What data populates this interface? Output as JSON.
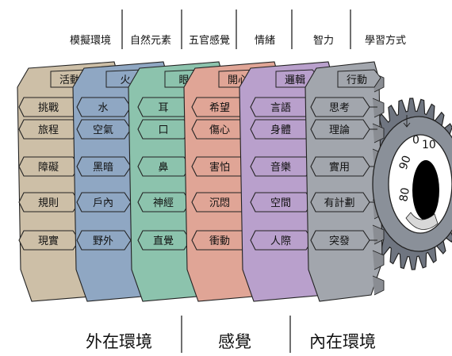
{
  "headers": [
    "模擬環境",
    "自然元素",
    "五官感覺",
    "情緒",
    "智力",
    "學習方式"
  ],
  "footers": [
    "外在環境",
    "感覺",
    "內在環境"
  ],
  "gears": [
    {
      "color": "#cdbfa7",
      "top": "活動",
      "labels": [
        "挑戰",
        "旅程",
        "障礙",
        "規則",
        "現實"
      ]
    },
    {
      "color": "#8fa7c3",
      "top": "火",
      "labels": [
        "水",
        "空氣",
        "黑暗",
        "戶內",
        "野外"
      ]
    },
    {
      "color": "#8cc3ad",
      "top": "眼",
      "labels": [
        "耳",
        "口",
        "鼻",
        "神經",
        "直覺"
      ]
    },
    {
      "color": "#e0a596",
      "top": "開心",
      "labels": [
        "希望",
        "傷心",
        "害怕",
        "沉悶",
        "衝動"
      ]
    },
    {
      "color": "#b9a0cc",
      "top": "邏輯",
      "labels": [
        "言語",
        "身體",
        "音樂",
        "空間",
        "人際"
      ]
    },
    {
      "color": "#a2a6ad",
      "top": "行動",
      "labels": [
        "思考",
        "理論",
        "實用",
        "有計劃",
        "突發"
      ]
    }
  ],
  "dial": {
    "marks": [
      "0",
      "10",
      "90",
      "80"
    ],
    "color": "#6f7580"
  }
}
